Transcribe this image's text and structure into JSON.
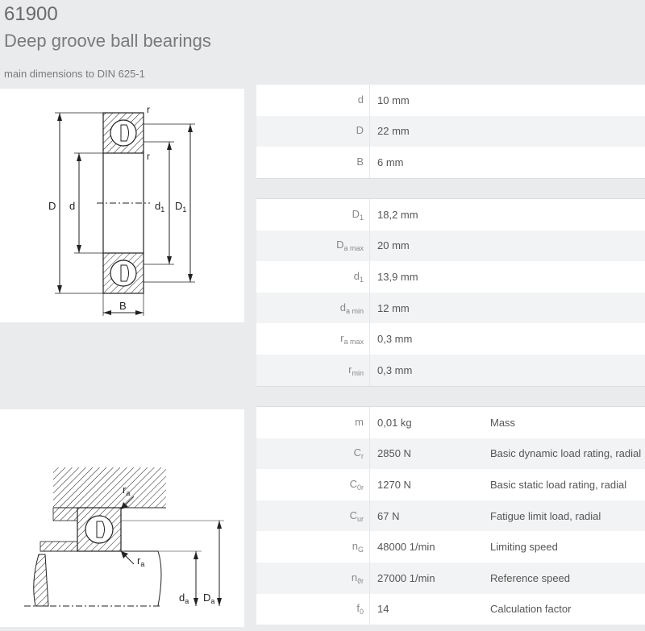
{
  "header": {
    "title": "61900",
    "subtitle": "Deep groove ball bearings",
    "note": "main dimensions to DIN 625-1"
  },
  "table_dims": [
    {
      "sym": "d",
      "sub": "",
      "value": "10  mm"
    },
    {
      "sym": "D",
      "sub": "",
      "value": "22  mm"
    },
    {
      "sym": "B",
      "sub": "",
      "value": "6  mm"
    }
  ],
  "table_mount": [
    {
      "sym": "D",
      "sub": "1",
      "value": "18,2  mm"
    },
    {
      "sym": "D",
      "sub": "a max",
      "value": "20  mm"
    },
    {
      "sym": "d",
      "sub": "1",
      "value": "13,9  mm"
    },
    {
      "sym": "d",
      "sub": "a min",
      "value": "12  mm"
    },
    {
      "sym": "r",
      "sub": "a max",
      "value": "0,3  mm"
    },
    {
      "sym": "r",
      "sub": "min",
      "value": "0,3  mm"
    }
  ],
  "table_perf": [
    {
      "sym": "m",
      "sub": "",
      "value": "0,01  kg",
      "desc": "Mass"
    },
    {
      "sym": "C",
      "sub": "r",
      "value": "2850  N",
      "desc": "Basic dynamic load rating, radial"
    },
    {
      "sym": "C",
      "sub": "0r",
      "value": "1270  N",
      "desc": "Basic static load rating, radial"
    },
    {
      "sym": "C",
      "sub": "ur",
      "value": "67  N",
      "desc": "Fatigue limit load, radial"
    },
    {
      "sym": "n",
      "sub": "G",
      "value": "48000  1/min",
      "desc": "Limiting speed"
    },
    {
      "sym": "n",
      "sub": "ϑr",
      "value": "27000  1/min",
      "desc": "Reference speed"
    },
    {
      "sym": "f",
      "sub": "0",
      "value": "14",
      "desc": "Calculation factor"
    }
  ],
  "diagram1": {
    "labels": {
      "D": "D",
      "d": "d",
      "d1": "d",
      "d1_sub": "1",
      "D1": "D",
      "D1_sub": "1",
      "B": "B",
      "r_top": "r",
      "r_bottom": "r"
    }
  },
  "diagram2": {
    "labels": {
      "ra_top": "r",
      "ra_top_sub": "a",
      "ra_bottom": "r",
      "ra_bottom_sub": "a",
      "da": "d",
      "da_sub": "a",
      "Da": "D",
      "Da_sub": "a"
    }
  }
}
